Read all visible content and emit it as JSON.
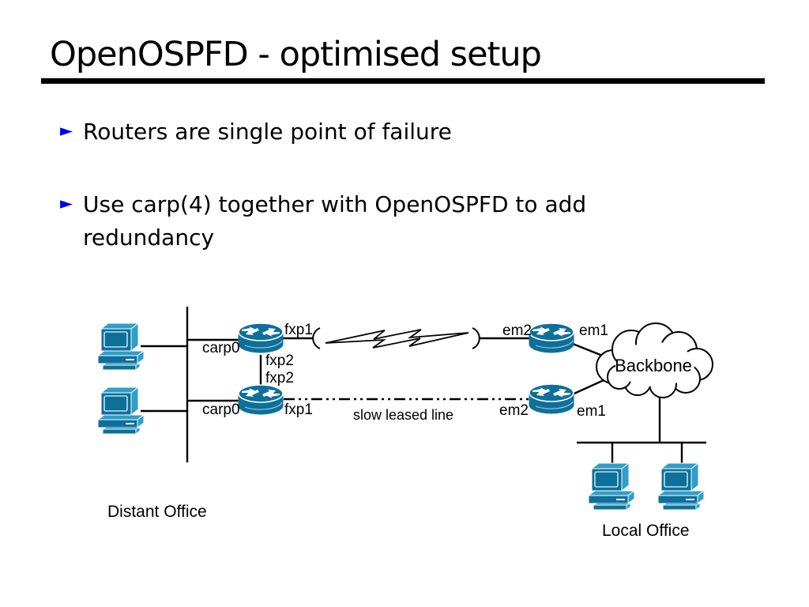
{
  "slide": {
    "title": "OpenOSPFD - optimised setup",
    "bullets": [
      {
        "lines": [
          "Routers are single point of failure"
        ]
      },
      {
        "lines": [
          "Use carp(4) together with OpenOSPFD to add",
          "redundancy"
        ]
      }
    ]
  },
  "icons": {
    "bullet_marker": "►"
  },
  "colors": {
    "bullet_accent": "#0000ee",
    "device_primary": "#0e6f9a",
    "device_light": "#2f9ec8",
    "line": "#000000"
  },
  "diagram": {
    "labels": {
      "carp0_top": "carp0",
      "fxp1_top": "fxp1",
      "fxp2_upper": "fxp2",
      "fxp2_lower": "fxp2",
      "carp0_bottom": "carp0",
      "fxp1_bottom": "fxp1",
      "em2_top": "em2",
      "em1_top": "em1",
      "em2_bottom": "em2",
      "em1_bottom": "em1",
      "slow_leased_line": "slow leased line",
      "backbone": "Backbone",
      "distant_office": "Distant Office",
      "local_office": "Local Office"
    }
  }
}
